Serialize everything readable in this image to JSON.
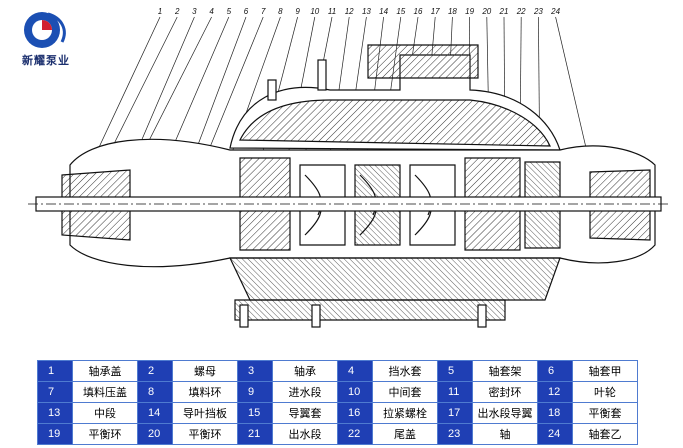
{
  "brand": {
    "name": "新耀泵业",
    "colors": {
      "blue": "#1b4fb3",
      "red": "#d22030"
    }
  },
  "diagram": {
    "callout_numbers": [
      "1",
      "2",
      "3",
      "4",
      "5",
      "6",
      "7",
      "8",
      "9",
      "10",
      "11",
      "12",
      "13",
      "14",
      "15",
      "16",
      "17",
      "18",
      "19",
      "20",
      "21",
      "22",
      "23",
      "24"
    ]
  },
  "legend": {
    "header_color": "#1f3fb4",
    "rows": [
      [
        {
          "num": "1",
          "name": "轴承盖"
        },
        {
          "num": "2",
          "name": "螺母"
        },
        {
          "num": "3",
          "name": "轴承"
        },
        {
          "num": "4",
          "name": "挡水套"
        },
        {
          "num": "5",
          "name": "轴套架"
        },
        {
          "num": "6",
          "name": "轴套甲"
        }
      ],
      [
        {
          "num": "7",
          "name": "填料压盖"
        },
        {
          "num": "8",
          "name": "填料环"
        },
        {
          "num": "9",
          "name": "进水段"
        },
        {
          "num": "10",
          "name": "中间套"
        },
        {
          "num": "11",
          "name": "密封环"
        },
        {
          "num": "12",
          "name": "叶轮"
        }
      ],
      [
        {
          "num": "13",
          "name": "中段"
        },
        {
          "num": "14",
          "name": "导叶挡板"
        },
        {
          "num": "15",
          "name": "导翼套"
        },
        {
          "num": "16",
          "name": "拉紧螺栓"
        },
        {
          "num": "17",
          "name": "出水段导翼"
        },
        {
          "num": "18",
          "name": "平衡套"
        }
      ],
      [
        {
          "num": "19",
          "name": "平衡环"
        },
        {
          "num": "20",
          "name": "平衡环"
        },
        {
          "num": "21",
          "name": "出水段"
        },
        {
          "num": "22",
          "name": "尾盖"
        },
        {
          "num": "23",
          "name": "轴"
        },
        {
          "num": "24",
          "name": "轴套乙"
        }
      ]
    ]
  }
}
